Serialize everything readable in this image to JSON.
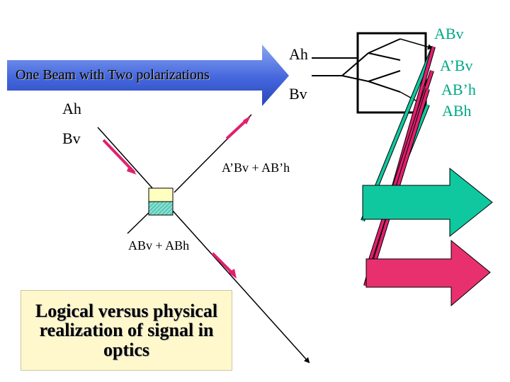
{
  "banner": {
    "title": "One Beam with Two polarizations"
  },
  "labels": {
    "beam_ah": "Ah",
    "beam_bv": "Bv",
    "out_ah": "Ah",
    "out_bv": "Bv",
    "top_right_sum": "A’Bv + AB’h",
    "bottom_left_sum": "ABv + ABh"
  },
  "outputs": [
    "ABv",
    "A’Bv",
    "AB’h",
    "ABh"
  ],
  "note": "Logical versus physical realization of signal in optics",
  "colors": {
    "banner_blue": "#4466dd",
    "beam_magenta": "#e0206e",
    "teal": "#10c8a0",
    "label_green": "#00a884",
    "note_bg": "#fff8cc"
  }
}
